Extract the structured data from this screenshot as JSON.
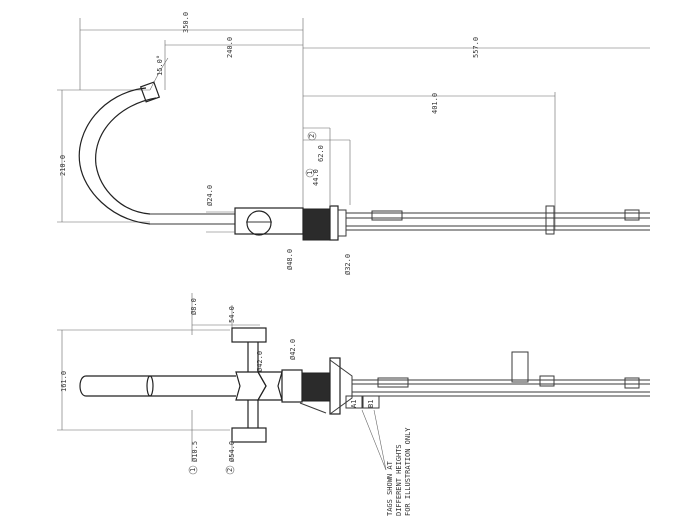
{
  "dimensions": {
    "d350": "350.0",
    "d240": "240.0",
    "d557": "557.0",
    "d15": "15.0°",
    "d401": "401.0",
    "d210": "210.0",
    "tag2_top": "2",
    "d62": "62.0",
    "tag1_top": "1",
    "d44": "44.0",
    "d24": "Ø24.0",
    "d48": "Ø48.0",
    "d32": "Ø32.0",
    "d8": "Ø8.0",
    "d54_top": "54.0",
    "d42_left": "Ø42.0",
    "d42_right": "Ø42.0",
    "d161": "161.0",
    "d10_5": "Ø10.5",
    "tag1_bottom": "1",
    "d54_bottom": "Ø54.0",
    "tag2_bottom": "2"
  },
  "tags": {
    "a1": "A1",
    "b1": "B1"
  },
  "note": {
    "line1": "TAGS SHOWN AT",
    "line2": "DIFFERENT HEIGHTS",
    "line3": "FOR ILLUSTRATION ONLY"
  }
}
